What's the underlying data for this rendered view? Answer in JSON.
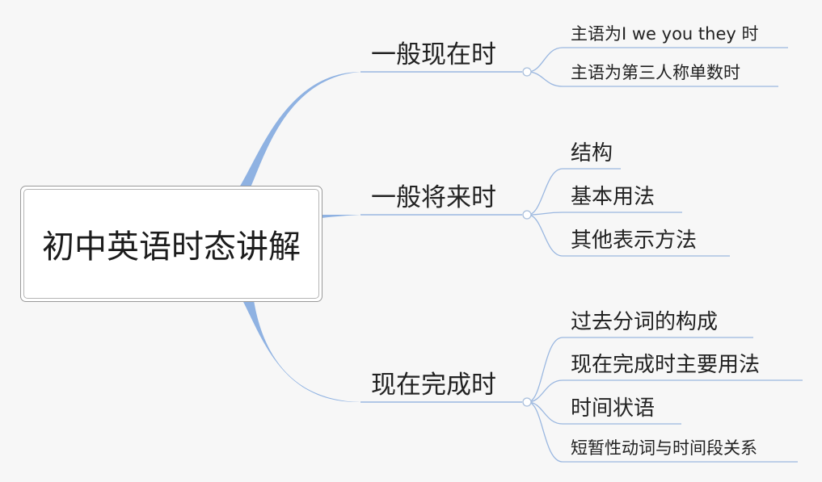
{
  "root": {
    "label": "初中英语时态讲解"
  },
  "branches": [
    {
      "label": "一般现在时",
      "children": [
        {
          "label": "主语为I we you they 时"
        },
        {
          "label": "主语为第三人称单数时"
        }
      ]
    },
    {
      "label": "一般将来时",
      "children": [
        {
          "label": "结构"
        },
        {
          "label": "基本用法"
        },
        {
          "label": "其他表示方法"
        }
      ]
    },
    {
      "label": "现在完成时",
      "children": [
        {
          "label": "过去分词的构成"
        },
        {
          "label": "现在完成时主要用法"
        },
        {
          "label": "时间状语"
        },
        {
          "label": "短暂性动词与时间段关系"
        }
      ]
    }
  ],
  "colors": {
    "main_branch": "#8fb2e2",
    "thin_line": "#9ab7e0",
    "node_circle": "#a9bfdc"
  }
}
